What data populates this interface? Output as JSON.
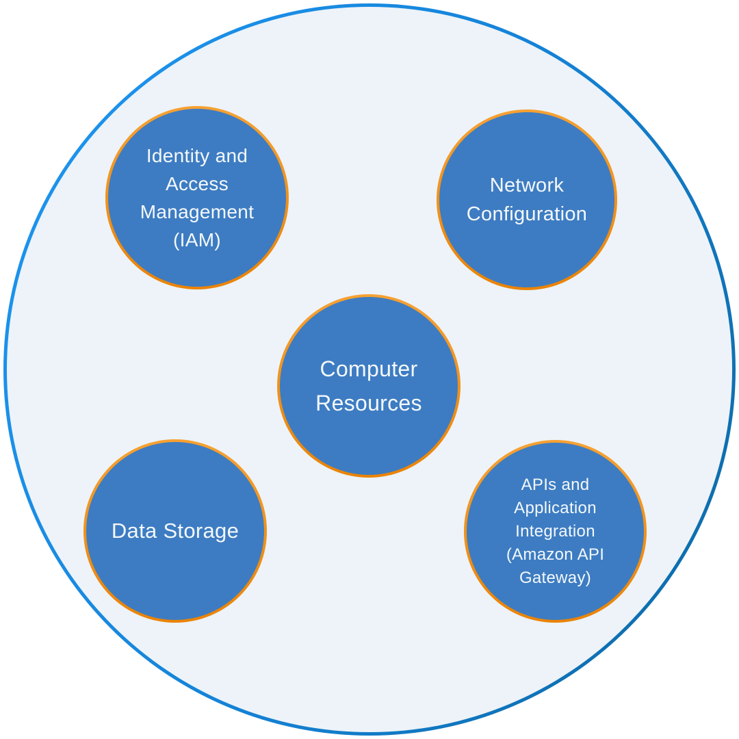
{
  "diagram": {
    "background_color": "#ffffff",
    "outer_circle": {
      "fill": "#EDF3F8",
      "border_gradient_start": "#1F97F2",
      "border_gradient_end": "#0C68A2"
    },
    "node_style": {
      "fill": "#3D7CC2",
      "border_gradient_start": "#F6A132",
      "border_gradient_end": "#EA8306",
      "text_color": "#F4F8FB"
    },
    "nodes": {
      "center": {
        "label": "Computer\nResources"
      },
      "top_left": {
        "label": "Identity and\nAccess\nManagement\n(IAM)"
      },
      "top_right": {
        "label": "Network\nConfiguration"
      },
      "bottom_left": {
        "label": "Data Storage"
      },
      "bottom_right": {
        "label": "APIs and\nApplication\nIntegration\n(Amazon API\nGateway)"
      }
    }
  }
}
